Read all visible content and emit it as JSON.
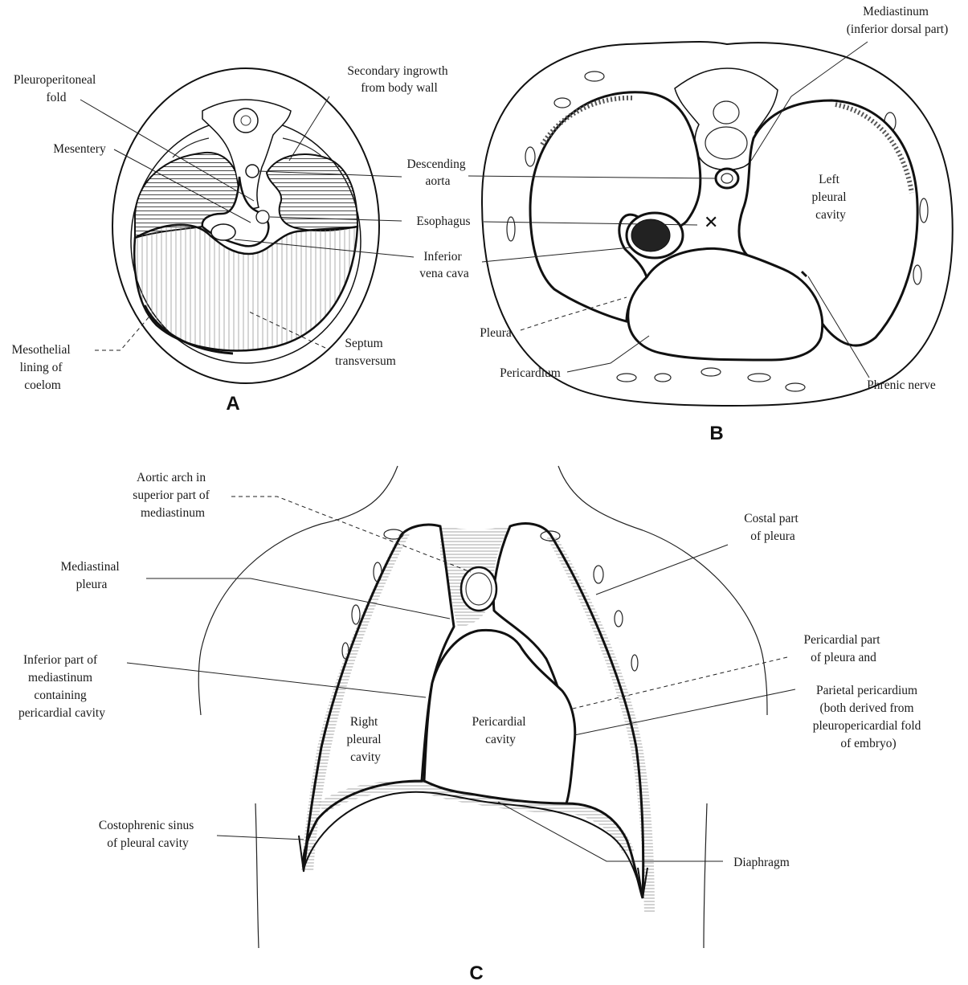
{
  "panels": {
    "a": {
      "letter": "A",
      "labels": {
        "pleuroperitoneal_fold": [
          "Pleuroperitoneal",
          "fold"
        ],
        "mesentery": [
          "Mesentery"
        ],
        "mesothelial_lining": [
          "Mesothelial",
          "lining of",
          "coelom"
        ],
        "secondary_ingrowth": [
          "Secondary ingrowth",
          "from body wall"
        ],
        "descending_aorta": [
          "Descending",
          "aorta"
        ],
        "esophagus": [
          "Esophagus"
        ],
        "inferior_vena_cava": [
          "Inferior",
          "vena cava"
        ],
        "septum_transversum": [
          "Septum",
          "transversum"
        ]
      }
    },
    "b": {
      "letter": "B",
      "labels": {
        "mediastinum": [
          "Mediastinum",
          "(inferior dorsal part)"
        ],
        "left_pleural_cavity": [
          "Left",
          "pleural",
          "cavity"
        ],
        "pleura": [
          "Pleura"
        ],
        "pericardium": [
          "Pericardium"
        ],
        "phrenic_nerve": [
          "Phrenic nerve"
        ]
      }
    },
    "c": {
      "letter": "C",
      "labels": {
        "aortic_arch": [
          "Aortic arch in",
          "superior part of",
          "mediastinum"
        ],
        "mediastinal_pleura": [
          "Mediastinal",
          "pleura"
        ],
        "inferior_mediastinum": [
          "Inferior part of",
          "mediastinum",
          "containing",
          "pericardial cavity"
        ],
        "costophrenic_sinus": [
          "Costophrenic sinus",
          "of pleural cavity"
        ],
        "costal_pleura": [
          "Costal part",
          "of pleura"
        ],
        "pericardial_pleura": [
          "Pericardial part",
          "of pleura and"
        ],
        "parietal_pericardium": [
          "Parietal pericardium",
          "(both derived from",
          "pleuropericardial fold",
          "of embryo)"
        ],
        "right_pleural_cavity": [
          "Right",
          "pleural",
          "cavity"
        ],
        "pericardial_cavity": [
          "Pericardial",
          "cavity"
        ],
        "diaphragm": [
          "Diaphragm"
        ]
      }
    }
  }
}
